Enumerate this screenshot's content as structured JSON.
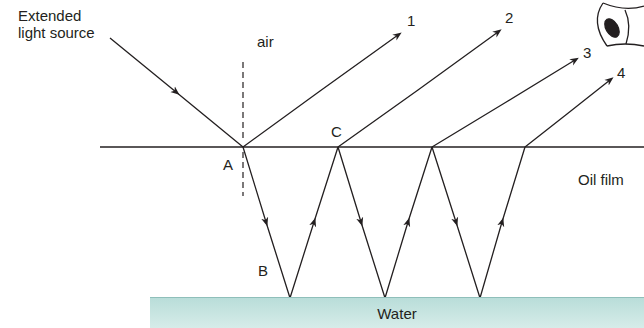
{
  "diagram": {
    "nodes": [
      {
        "text": [
          "Water"
        ]
      }
    ],
    "labels": [
      "Extended light source",
      "air",
      "1",
      "2",
      "3",
      "4",
      "C",
      "A",
      "Oil film",
      "B"
    ]
  }
}
